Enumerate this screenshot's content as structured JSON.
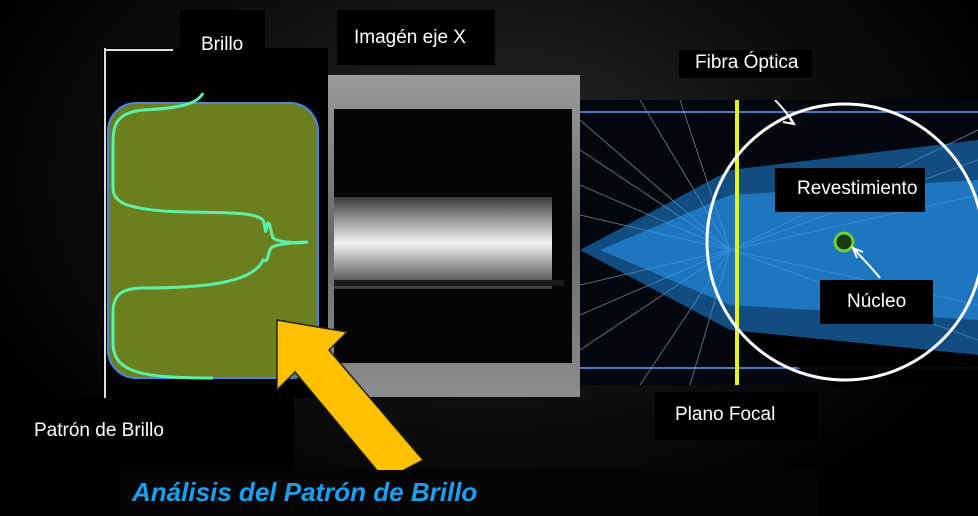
{
  "labels": {
    "brillo": "Brillo",
    "imagen_eje_x": "Imagén eje X",
    "fibra_optica": "Fibra Óptica",
    "revestimiento": "Revestimiento",
    "nucleo": "Núcleo",
    "patron_de_brillo": "Patrón de Brillo",
    "plano_focal": "Plano Focal"
  },
  "title": "Análisis del Patrón de Brillo",
  "colors": {
    "background": "#000000",
    "pattern_box": "#6b7f1e",
    "brightness_curve": "#5cf0a8",
    "focal_line": "#e8ef2a",
    "arrow": "#ffc000",
    "title": "#1aa0ee",
    "beam": "#1f86e0"
  },
  "icons": [
    "curved-arrow-icon",
    "big-yellow-arrow-icon"
  ]
}
